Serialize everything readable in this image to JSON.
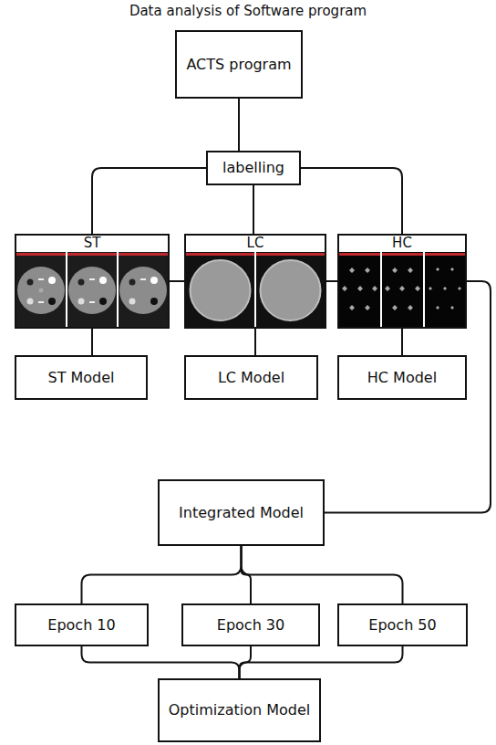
{
  "diagram": {
    "title": "Data analysis of Software program",
    "nodes": [
      {
        "text": [
          "ACTS program"
        ]
      },
      {
        "text": [
          "labelling"
        ]
      },
      {
        "text": [
          "ST"
        ]
      },
      {
        "text": [
          "LC"
        ]
      },
      {
        "text": [
          "HC"
        ]
      },
      {
        "text": [
          "ST Model"
        ]
      },
      {
        "text": [
          "LC Model"
        ]
      },
      {
        "text": [
          "HC Model"
        ]
      },
      {
        "text": [
          "Integrated Model"
        ]
      },
      {
        "text": [
          "Epoch 10"
        ]
      },
      {
        "text": [
          "Epoch 30"
        ]
      },
      {
        "text": [
          "Epoch 50"
        ]
      },
      {
        "text": [
          "Optimization Model"
        ]
      }
    ],
    "edges": [
      {
        "from": 0,
        "to": 1,
        "arrow": "none"
      },
      {
        "from": 1,
        "to": 2,
        "arrow": "none"
      },
      {
        "from": 1,
        "to": 3,
        "arrow": "none"
      },
      {
        "from": 1,
        "to": 4,
        "arrow": "none"
      },
      {
        "from": 2,
        "to": 3,
        "arrow": "none"
      },
      {
        "from": 3,
        "to": 4,
        "arrow": "none"
      },
      {
        "from": 2,
        "to": 5,
        "arrow": "none"
      },
      {
        "from": 3,
        "to": 6,
        "arrow": "none"
      },
      {
        "from": 4,
        "to": 7,
        "arrow": "none"
      },
      {
        "from": 4,
        "to": 8,
        "arrow": "none"
      },
      {
        "from": 8,
        "to": 9,
        "arrow": "none"
      },
      {
        "from": 8,
        "to": 10,
        "arrow": "none"
      },
      {
        "from": 8,
        "to": 11,
        "arrow": "none"
      },
      {
        "from": 9,
        "to": 12,
        "arrow": "none"
      },
      {
        "from": 10,
        "to": 12,
        "arrow": "none"
      },
      {
        "from": 11,
        "to": 12,
        "arrow": "none"
      }
    ]
  }
}
